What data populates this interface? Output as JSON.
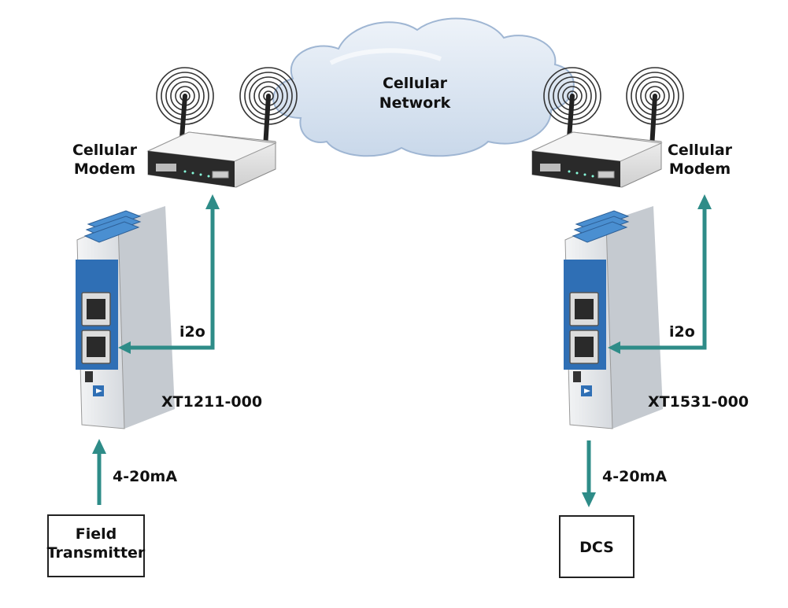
{
  "colors": {
    "arrow": "#2e8c88",
    "device_blue": "#2f6fb5",
    "device_body": "#e9ecef",
    "module_tab": "#4a8fd1",
    "cloud": "#d8e3f0",
    "modem": "#e8e8e8"
  },
  "cloud": {
    "line1": "Cellular",
    "line2": "Network"
  },
  "left": {
    "modem": {
      "line1": "Cellular",
      "line2": "Modem"
    },
    "link_label": "i2o",
    "device_label": "XT1211-000",
    "signal_label": "4-20mA",
    "box": {
      "line1": "Field",
      "line2": "Transmitter"
    }
  },
  "right": {
    "modem": {
      "line1": "Cellular",
      "line2": "Modem"
    },
    "link_label": "i2o",
    "device_label": "XT1531-000",
    "signal_label": "4-20mA",
    "box": {
      "line1": "DCS"
    }
  }
}
